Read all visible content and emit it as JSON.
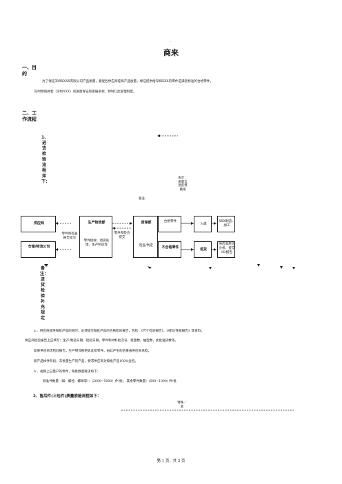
{
  "header": {
    "dot": "-",
    "title": "商来"
  },
  "section1": {
    "heading_line1": "一、目",
    "heading_line2": "的",
    "para1": "为了保证深圳XXXX有限公司产品质量，督促各供应商提高产品质量，保证提供给深圳XXX的零件是满足标准的合格零件，",
    "para2": "同时参照顾客（深圳XXX）的质量保证和索赔条款，特制订此管理制度。"
  },
  "section2": {
    "heading_line1": "二、工",
    "heading_line2": "作流程",
    "vertical_1": "1、进货检验流程如下：",
    "legend_label": "表示：质量信息反馈路线",
    "note_label": "备注:"
  },
  "flow": {
    "supplier": "供应商",
    "warehouse": "仓储/物流公司",
    "logistics_dept": "生产物流部",
    "quality_dept": "质保部",
    "qualified": "合格零件",
    "unqualified": "不合格零件",
    "stock_in": "入库",
    "return_goods": "退货",
    "production": "XXX制造、加工",
    "claim": "供应商原因分析、提交8D报告",
    "edge_sample_submit": "零件和检查报告提交",
    "edge_receive": "零件接收、退货处理、生产制造等",
    "edge_part_submit": "零件和检合提交",
    "edge_inspect": "检查/判定"
  },
  "vertical_note": "备注：进货检验补充规定",
  "notes": {
    "a1": "a 、供应商提供每批产品的同时，必须提交每批产品的合格检验报告，包括：《尺寸检验报告》、《材料/性能报告》等资料，",
    "a2": "供应商检验报告上应填写：生产/制造日期、检验日期，零件和材料批次号，批量数，抽检数，此批送货数等。",
    "a3": "如果供应商无检验报告，生产物流部拒收此批零件。由此产生的后果由供应商承担。",
    "a4": "新产品样件阶段，未批量生产的产品，要求供应商对每批产品100%全检。",
    "b1": "b 、视频上已量产的零件，每批数量要求如下：",
    "b2": "标准件数量（如：螺栓、螺母等）：(2000~5000）件/批；     其余零件数量：(500~1000) 件/批"
  },
  "section3": {
    "heading": "2、售后件(三包件)质量索赔流程如下：",
    "special_label": "特殊／紧"
  },
  "footer": {
    "page": "第 1 页，共 3 页"
  }
}
